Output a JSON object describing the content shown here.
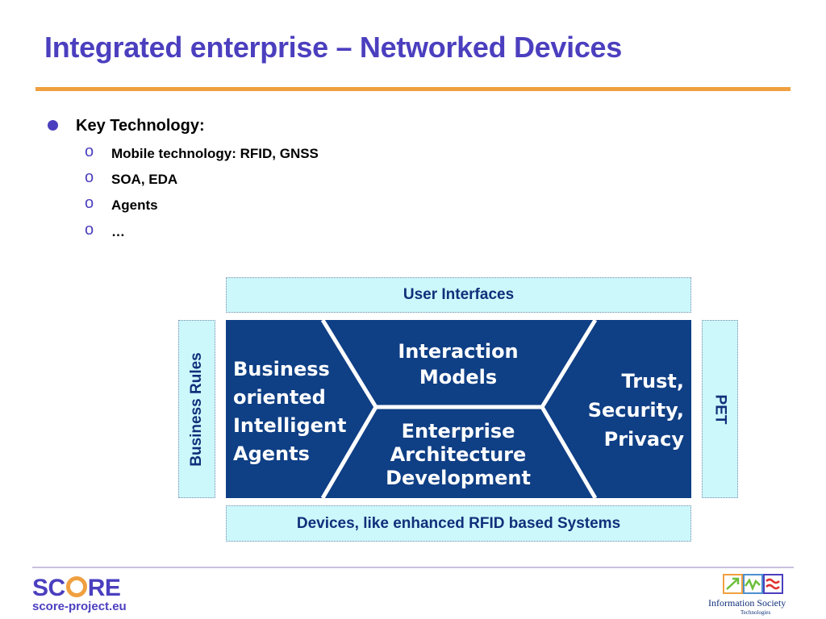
{
  "title": "Integrated enterprise – Networked Devices",
  "bullets": {
    "main": "Key Technology:",
    "subs": [
      "Mobile technology: RFID, GNSS",
      "SOA, EDA",
      "Agents",
      "…"
    ],
    "sub_marker": "o"
  },
  "diagram": {
    "top_label": "User Interfaces",
    "bottom_label": "Devices, like enhanced RFID based Systems",
    "left_side_label": "Business Rules",
    "right_side_label": "PET",
    "left_cell": [
      "Business",
      "oriented",
      "Intelligent",
      "Agents"
    ],
    "center_top": [
      "Interaction",
      "Models"
    ],
    "center_bottom": [
      "Enterprise",
      "Architecture",
      "Development"
    ],
    "right_cell": [
      "Trust,",
      "Security,",
      "Privacy"
    ]
  },
  "footer": {
    "logo_left_part1": "SC",
    "logo_left_part2": "RE",
    "url": "score-project.eu",
    "ist_name": "Information Society",
    "ist_sub": "Technologies"
  },
  "colors": {
    "title": "#4b3fbf",
    "rule": "#f0a040",
    "diagram_dark": "#0f3f85",
    "diagram_light": "#ccf8fc"
  }
}
